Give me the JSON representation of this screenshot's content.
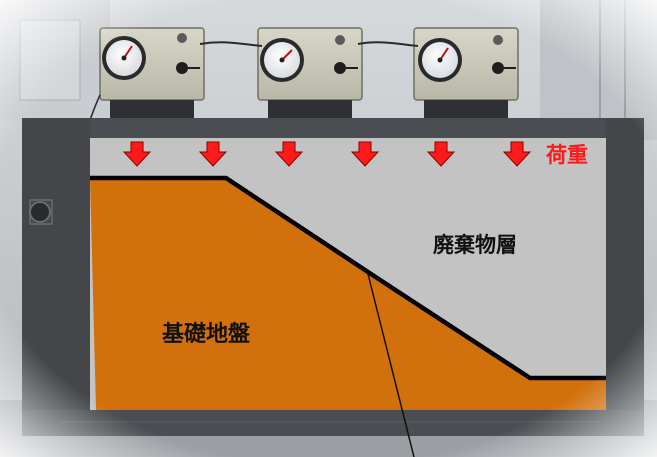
{
  "labels": {
    "load": "荷重",
    "waste_layer": "廃棄物層",
    "foundation_ground": "基礎地盤"
  },
  "colors": {
    "waste_layer": "#c3c3c3",
    "foundation_ground": "#d2700b",
    "load_arrow": "#ff1a1a",
    "load_arrow_outline": "#8a0000",
    "boundary_line": "#000000",
    "frame": "#3b3d40"
  },
  "load_arrow_count": 6,
  "pressure_gauge_count": 3
}
